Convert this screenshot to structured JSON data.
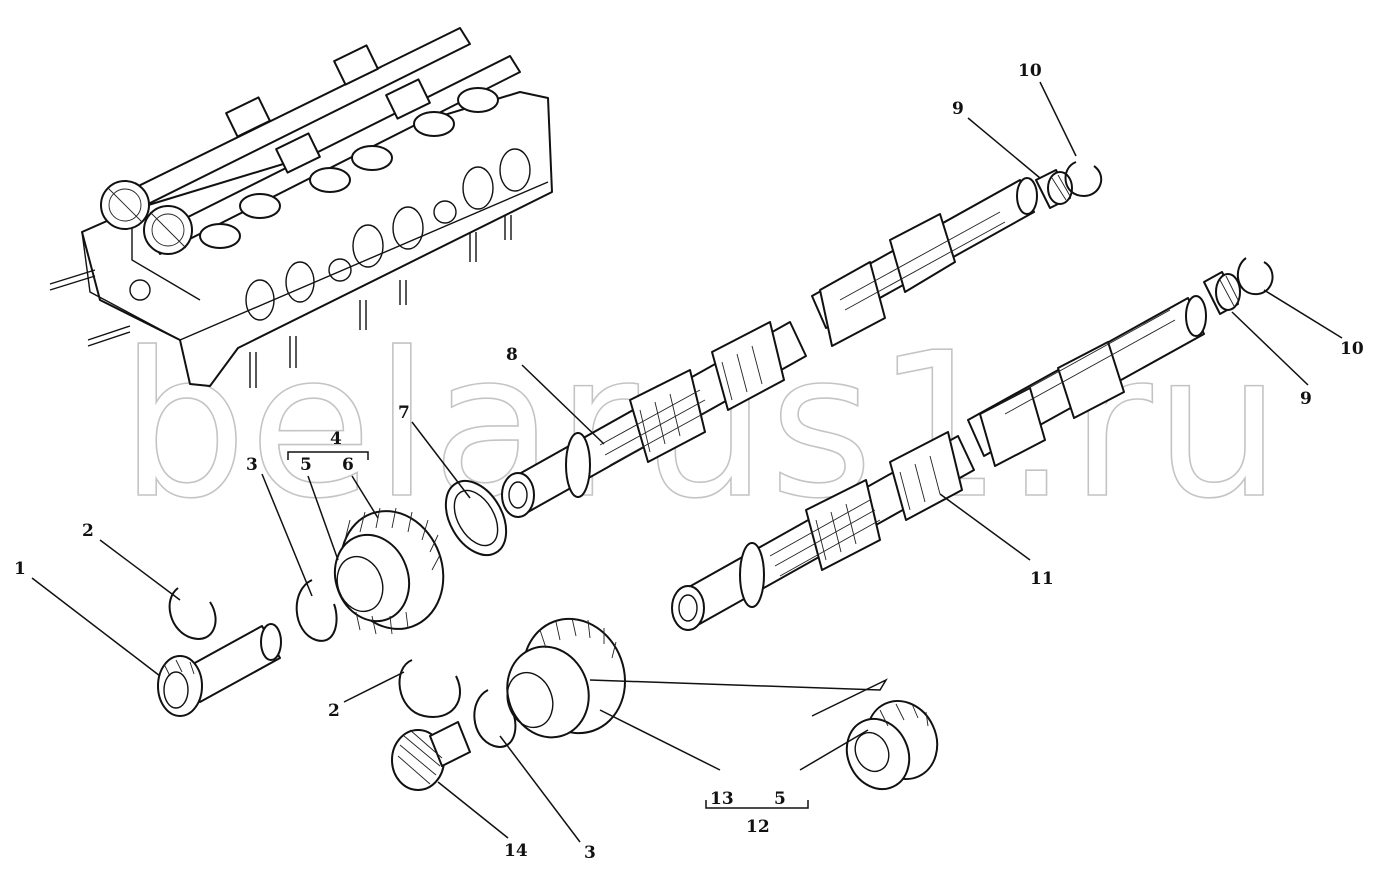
{
  "watermark": "belarus1.ru",
  "callouts": [
    {
      "id": "c1",
      "text": "1"
    },
    {
      "id": "c2a",
      "text": "2"
    },
    {
      "id": "c2b",
      "text": "2"
    },
    {
      "id": "c3a",
      "text": "3"
    },
    {
      "id": "c3b",
      "text": "3"
    },
    {
      "id": "c4",
      "text": "4"
    },
    {
      "id": "c5a",
      "text": "5"
    },
    {
      "id": "c5b",
      "text": "5"
    },
    {
      "id": "c6",
      "text": "6"
    },
    {
      "id": "c7",
      "text": "7"
    },
    {
      "id": "c8",
      "text": "8"
    },
    {
      "id": "c9a",
      "text": "9"
    },
    {
      "id": "c9b",
      "text": "9"
    },
    {
      "id": "c10a",
      "text": "10"
    },
    {
      "id": "c10b",
      "text": "10"
    },
    {
      "id": "c11",
      "text": "11"
    },
    {
      "id": "c12",
      "text": "12"
    },
    {
      "id": "c13",
      "text": "13"
    },
    {
      "id": "c14",
      "text": "14"
    }
  ]
}
